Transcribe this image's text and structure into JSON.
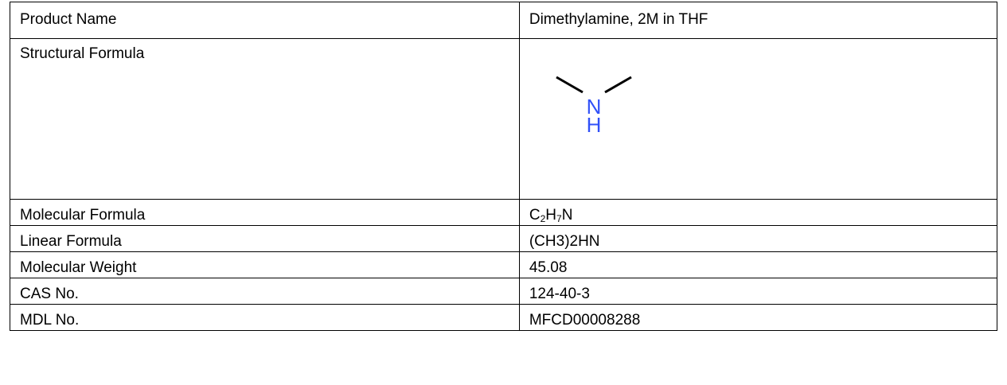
{
  "rows": [
    {
      "label": "Product Name",
      "value": "Dimethylamine, 2M in THF"
    },
    {
      "label": "Structural Formula",
      "structure": {
        "atoms": [
          "N",
          "H"
        ],
        "atom_color": "#3050f8",
        "bond_color": "#000000"
      }
    },
    {
      "label": "Molecular Formula",
      "formula": {
        "parts": [
          "C",
          "2",
          "H",
          "7",
          "N"
        ]
      }
    },
    {
      "label": "Linear Formula",
      "value": "(CH3)2HN"
    },
    {
      "label": "Molecular Weight",
      "value": "45.08"
    },
    {
      "label": "CAS No.",
      "value": "124-40-3"
    },
    {
      "label": "MDL No.",
      "value": "MFCD00008288"
    }
  ]
}
